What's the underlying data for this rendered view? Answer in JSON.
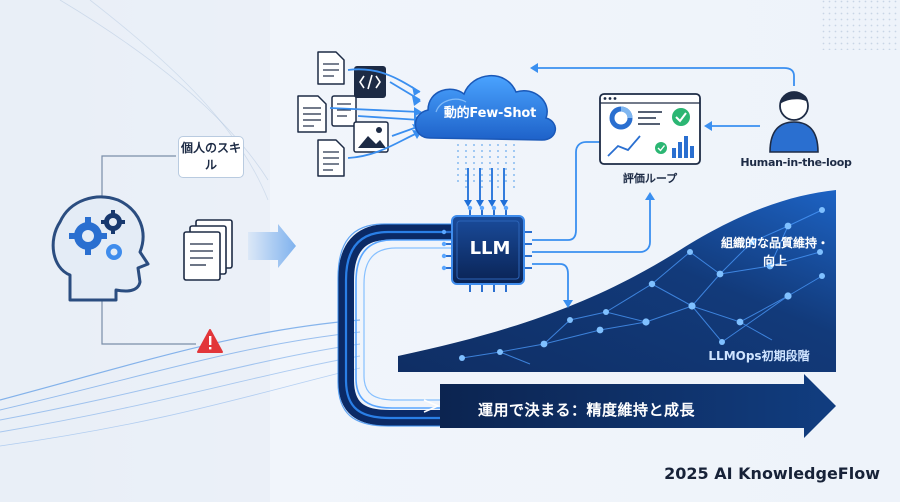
{
  "labels": {
    "personal_skill": "個人のスキル",
    "few_shot": "動的Few-Shot",
    "llm": "LLM",
    "eval_loop": "評価ループ",
    "human_in_loop": "Human-in-the-loop",
    "org_quality": "組織的な品質維持・向上",
    "llmops_stage": "LLMOps初期段階",
    "bottom_arrow": "運用で決まる：精度維持と成長"
  },
  "footer": {
    "brand": "2025 AI KnowledgeFlow"
  },
  "icons": [
    "head-gears-icon",
    "documents-icon",
    "warning-icon",
    "document-icon",
    "code-icon",
    "image-icon",
    "cloud-icon",
    "chip-icon",
    "dashboard-icon",
    "person-icon"
  ],
  "colors": {
    "accent": "#2f7fe0",
    "navy": "#0d2a5a",
    "cloud": "#2e7de0",
    "warning": "#e2363a",
    "ink": "#1d2b45"
  }
}
